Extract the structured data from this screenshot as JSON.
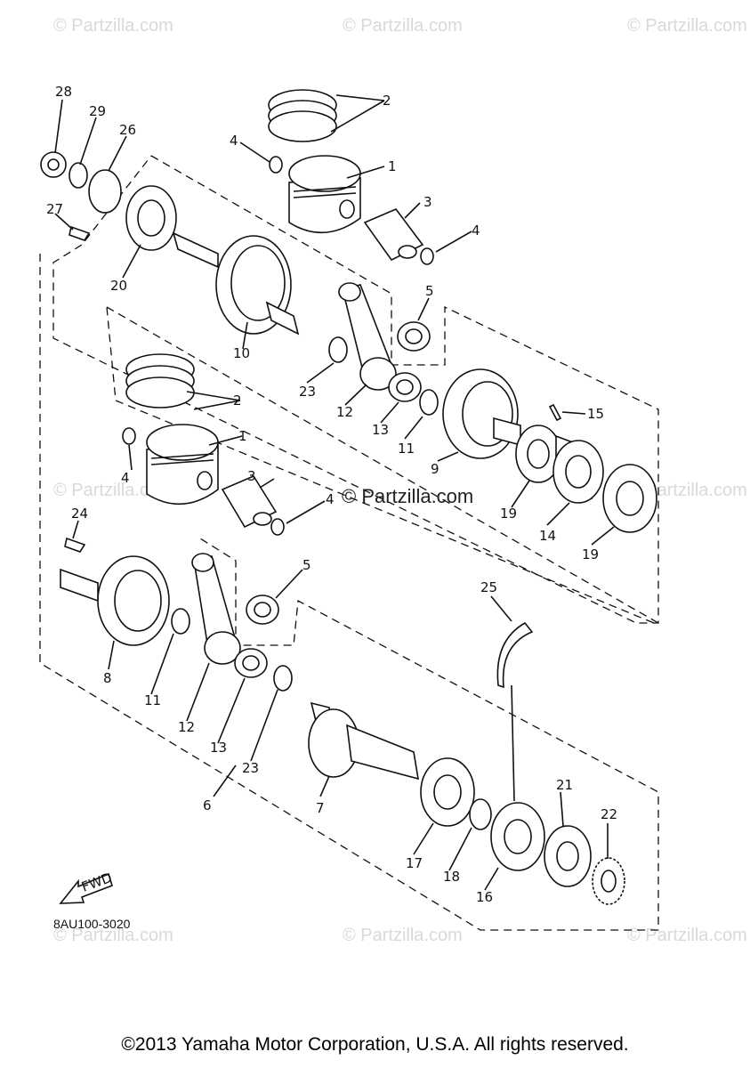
{
  "watermarks": {
    "text": "© Partzilla.com",
    "center_text": "© Partzilla.com"
  },
  "callouts": [
    "28",
    "29",
    "26",
    "27",
    "20",
    "10",
    "4",
    "2",
    "1",
    "3",
    "4",
    "5",
    "23",
    "12",
    "13",
    "11",
    "9",
    "15",
    "19",
    "14",
    "19",
    "2",
    "1",
    "4",
    "3",
    "4",
    "24",
    "5",
    "8",
    "11",
    "12",
    "13",
    "23",
    "6",
    "7",
    "17",
    "18",
    "16",
    "21",
    "22",
    "25"
  ],
  "diagram_code": "8AU100-3020",
  "fwd_label": "FWD",
  "copyright": "©2013 Yamaha Motor Corporation, U.S.A. All rights reserved."
}
